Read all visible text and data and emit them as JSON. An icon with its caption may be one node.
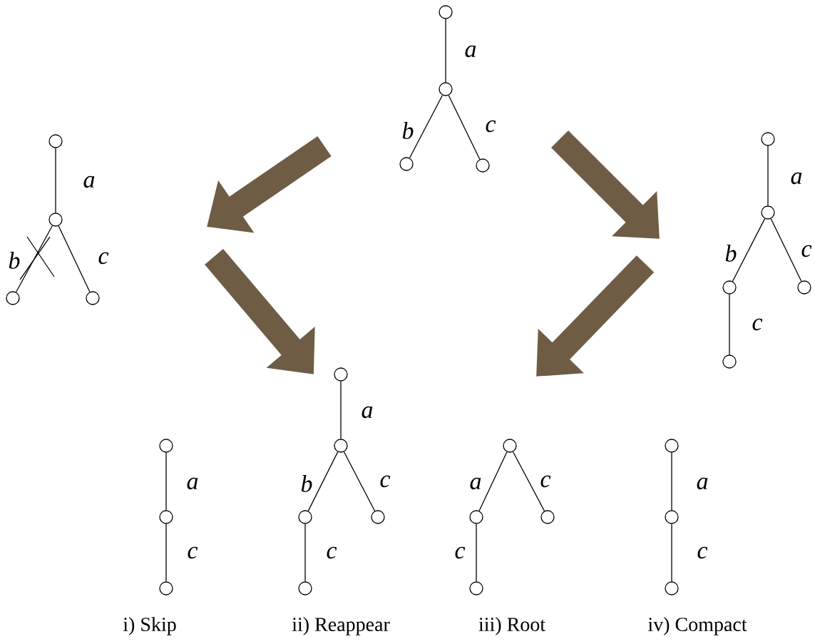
{
  "diagram": {
    "nodes": [
      {
        "text": [],
        "shape": "circle"
      },
      {
        "text": [],
        "shape": "circle"
      },
      {
        "text": [],
        "shape": "circle"
      },
      {
        "text": [],
        "shape": "circle"
      },
      {
        "text": [],
        "shape": "circle"
      },
      {
        "text": [],
        "shape": "circle"
      },
      {
        "text": [],
        "shape": "circle"
      },
      {
        "text": [],
        "shape": "circle"
      },
      {
        "text": [],
        "shape": "circle"
      },
      {
        "text": [],
        "shape": "circle"
      },
      {
        "text": [],
        "shape": "circle"
      },
      {
        "text": [],
        "shape": "circle"
      },
      {
        "text": [],
        "shape": "circle"
      },
      {
        "text": [],
        "shape": "circle"
      },
      {
        "text": [],
        "shape": "circle"
      },
      {
        "text": [],
        "shape": "circle"
      },
      {
        "text": [],
        "shape": "circle"
      },
      {
        "text": [],
        "shape": "circle"
      },
      {
        "text": [],
        "shape": "circle"
      },
      {
        "text": [],
        "shape": "circle"
      },
      {
        "text": [],
        "shape": "circle"
      },
      {
        "text": [],
        "shape": "circle"
      },
      {
        "text": [],
        "shape": "circle"
      },
      {
        "text": [],
        "shape": "circle"
      },
      {
        "text": [],
        "shape": "circle"
      },
      {
        "text": [],
        "shape": "circle"
      },
      {
        "text": [],
        "shape": "circle"
      },
      {
        "text": [],
        "shape": "circle"
      }
    ],
    "edges": [
      {
        "from": 0,
        "to": 1,
        "arrow": "none",
        "label": "a"
      },
      {
        "from": 1,
        "to": 2,
        "arrow": "none",
        "label": "b"
      },
      {
        "from": 1,
        "to": 3,
        "arrow": "none",
        "label": "c"
      },
      {
        "from": 4,
        "to": 5,
        "arrow": "none",
        "label": "a"
      },
      {
        "from": 5,
        "to": 6,
        "arrow": "none",
        "label": "b"
      },
      {
        "from": 5,
        "to": 7,
        "arrow": "none",
        "label": "c"
      },
      {
        "from": 8,
        "to": 9,
        "arrow": "none",
        "label": "a"
      },
      {
        "from": 9,
        "to": 10,
        "arrow": "none",
        "label": "b"
      },
      {
        "from": 9,
        "to": 11,
        "arrow": "none",
        "label": "c"
      },
      {
        "from": 10,
        "to": 12,
        "arrow": "none",
        "label": "c"
      },
      {
        "from": 13,
        "to": 14,
        "arrow": "none",
        "label": "a"
      },
      {
        "from": 14,
        "to": 15,
        "arrow": "none",
        "label": "c"
      },
      {
        "from": 16,
        "to": 17,
        "arrow": "none",
        "label": "a"
      },
      {
        "from": 17,
        "to": 18,
        "arrow": "none",
        "label": "b"
      },
      {
        "from": 17,
        "to": 19,
        "arrow": "none",
        "label": "c"
      },
      {
        "from": 18,
        "to": 20,
        "arrow": "none",
        "label": "c"
      },
      {
        "from": 21,
        "to": 22,
        "arrow": "none",
        "label": "a"
      },
      {
        "from": 21,
        "to": 23,
        "arrow": "none",
        "label": "c"
      },
      {
        "from": 22,
        "to": 24,
        "arrow": "none",
        "label": "c"
      },
      {
        "from": 25,
        "to": 26,
        "arrow": "none",
        "label": "a"
      },
      {
        "from": 26,
        "to": 27,
        "arrow": "none",
        "label": "c"
      }
    ],
    "labels": [
      "i) Skip",
      "ii) Reappear",
      "iii) Root",
      "iv) Compact"
    ]
  }
}
